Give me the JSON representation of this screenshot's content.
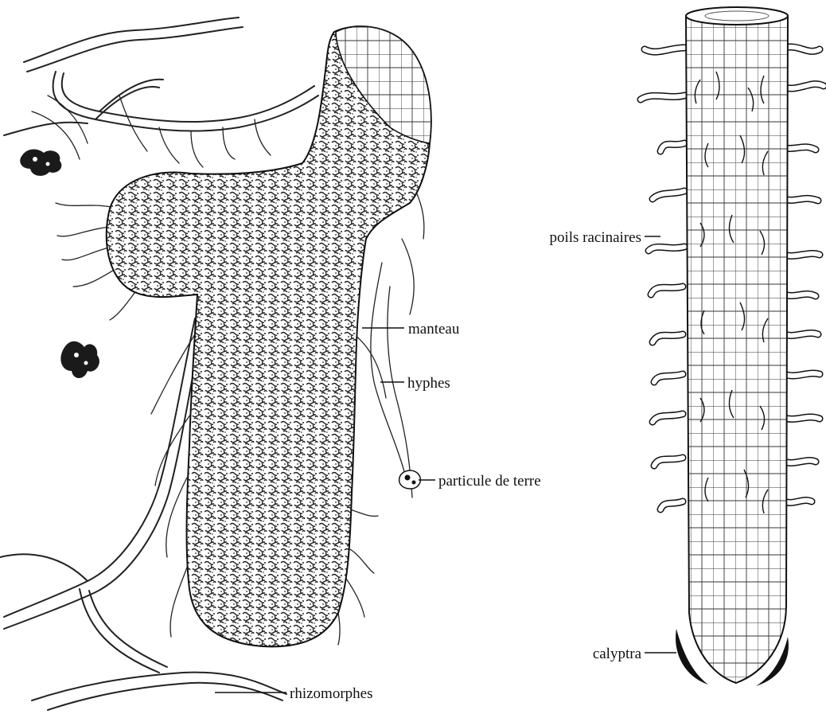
{
  "diagram": {
    "left_figure": {
      "labels": {
        "manteau": "manteau",
        "hyphes": "hyphes",
        "particule": "particule de terre",
        "rhizomorphes": "rhizomorphes"
      }
    },
    "right_figure": {
      "labels": {
        "poils": "poils racinaires",
        "calyptra": "calyptra"
      }
    }
  }
}
